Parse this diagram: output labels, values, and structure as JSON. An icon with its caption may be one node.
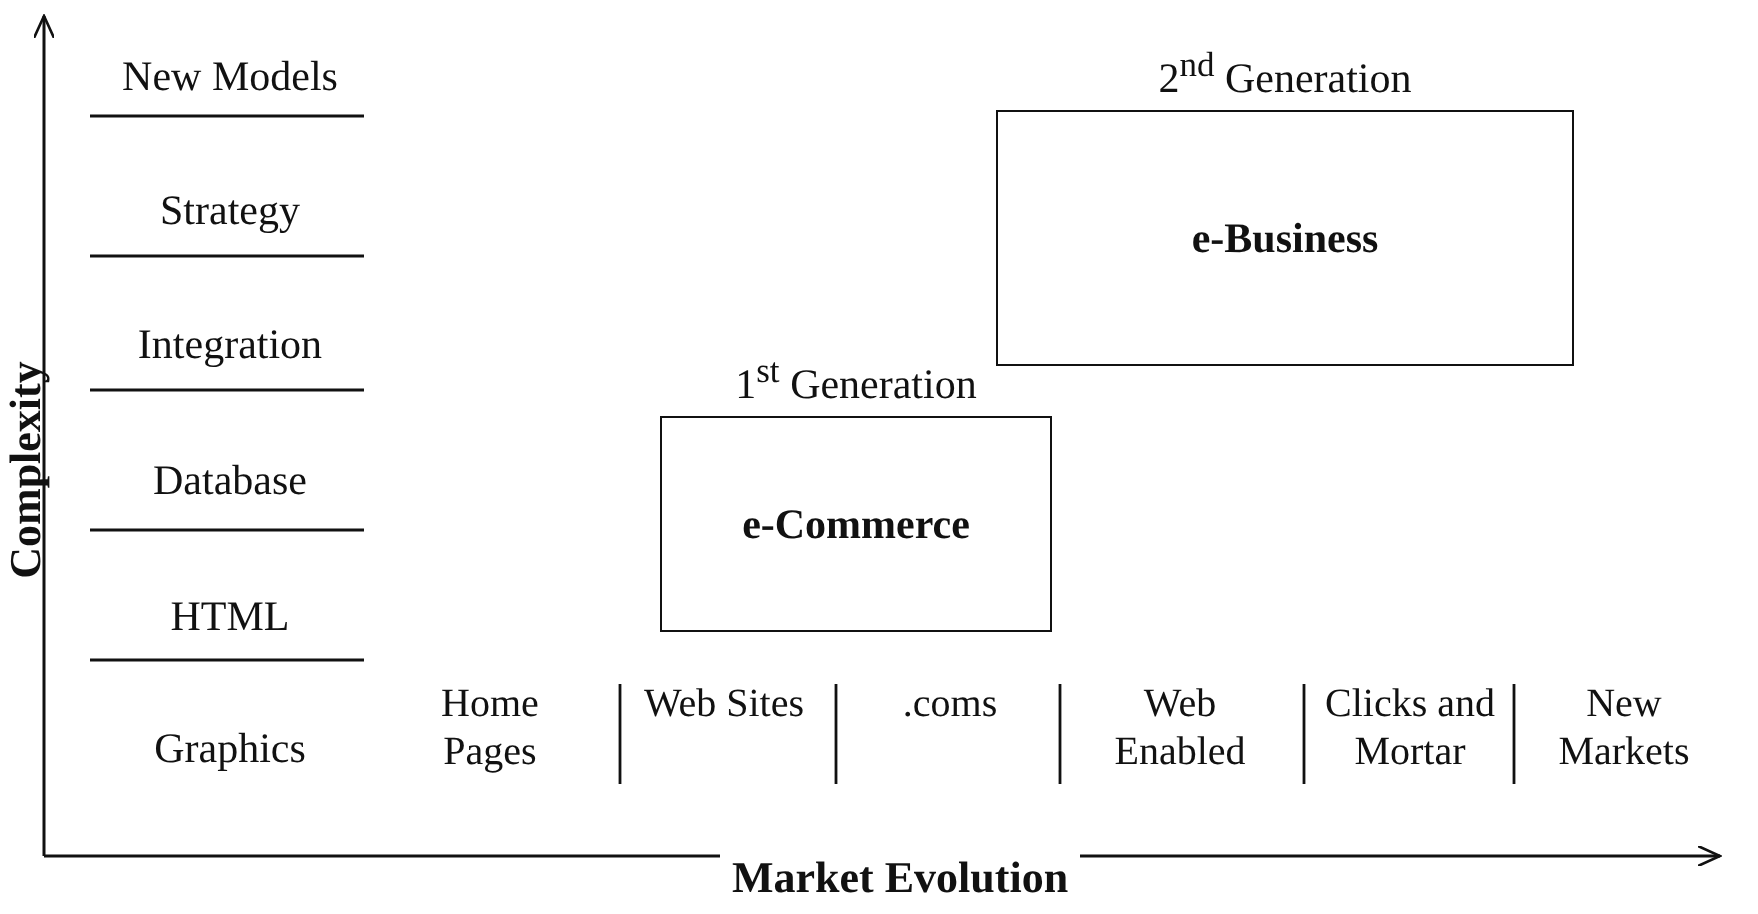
{
  "diagram": {
    "nodes": [
      {
        "text": [
          "1$^{st}$ Generation",
          "e-Commerce"
        ]
      },
      {
        "text": [
          "2$^{nd}$ Generation",
          "e-Business"
        ]
      }
    ],
    "edges": [],
    "labels": [
      "Complexity",
      "New Models",
      "Strategy",
      "Integration",
      "Database",
      "HTML",
      "Graphics",
      "Home Pages",
      "Web Sites",
      ".coms",
      "Web Enabled",
      "Clicks and Mortar",
      "New Markets",
      "Market Evolution"
    ]
  }
}
